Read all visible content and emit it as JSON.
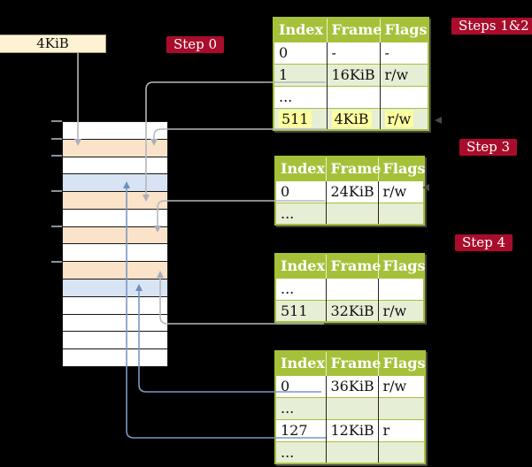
{
  "memory_box": {
    "label": "4KiB"
  },
  "badges": [
    {
      "label": "Step 0"
    },
    {
      "label": "Steps 1&2"
    },
    {
      "label": "Step 3"
    },
    {
      "label": "Step 4"
    }
  ],
  "page_tables": [
    {
      "header": [
        "Index",
        "Frame",
        "Flags"
      ],
      "rows": [
        {
          "index": "0",
          "frame": "-",
          "flags": "-"
        },
        {
          "index": "1",
          "frame": "16KiB",
          "flags": "r/w"
        },
        {
          "index": "...",
          "frame": "",
          "flags": ""
        },
        {
          "index": "511",
          "frame": "4KiB",
          "flags": "r/w",
          "highlighted": true
        }
      ]
    },
    {
      "header": [
        "Index",
        "Frame",
        "Flags"
      ],
      "rows": [
        {
          "index": "0",
          "frame": "24KiB",
          "flags": "r/w"
        },
        {
          "index": "...",
          "frame": "",
          "flags": ""
        }
      ]
    },
    {
      "header": [
        "Index",
        "Frame",
        "Flags"
      ],
      "rows": [
        {
          "index": "...",
          "frame": "",
          "flags": ""
        },
        {
          "index": "511",
          "frame": "32KiB",
          "flags": "r/w"
        }
      ]
    },
    {
      "header": [
        "Index",
        "Frame",
        "Flags"
      ],
      "rows": [
        {
          "index": "0",
          "frame": "36KiB",
          "flags": "r/w"
        },
        {
          "index": "...",
          "frame": "",
          "flags": ""
        },
        {
          "index": "127",
          "frame": "12KiB",
          "flags": "r"
        },
        {
          "index": "...",
          "frame": "",
          "flags": ""
        }
      ]
    }
  ],
  "memory_stack": {
    "rows": [
      {
        "kind": "white"
      },
      {
        "kind": "orange"
      },
      {
        "kind": "white"
      },
      {
        "kind": "blue"
      },
      {
        "kind": "orange"
      },
      {
        "kind": "white"
      },
      {
        "kind": "orange"
      },
      {
        "kind": "white"
      },
      {
        "kind": "orange"
      },
      {
        "kind": "blue"
      },
      {
        "kind": "white"
      },
      {
        "kind": "white"
      },
      {
        "kind": "white"
      },
      {
        "kind": "white"
      }
    ]
  },
  "colors": {
    "table_header_green": "#a5c13a",
    "table_row_green": "#e7eed6",
    "highlight_yellow": "#ffff9e",
    "badge_red": "#a90d2b",
    "memory_orange": "#fbe3c9",
    "memory_blue": "#d8e4f3",
    "memory_box_cream": "#fdf2d2",
    "arrow_gray": "#b3b7bc",
    "arrow_blue": "#7b97c4",
    "background": "#000000"
  }
}
